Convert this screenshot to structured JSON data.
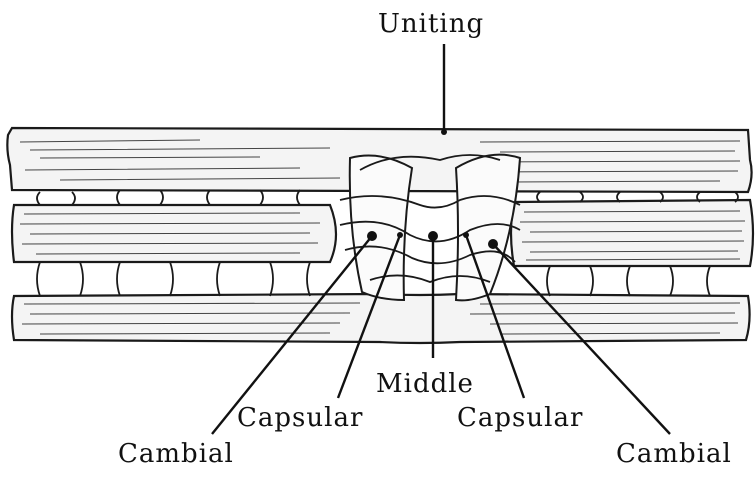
{
  "labels": {
    "uniting": "Uniting",
    "middle": "Middle",
    "capsular_left": "Capsular",
    "capsular_right": "Capsular",
    "cambial_left": "Cambial",
    "cambial_right": "Cambial"
  }
}
